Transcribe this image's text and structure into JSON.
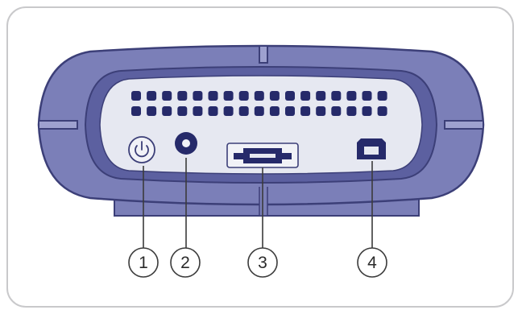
{
  "figure": {
    "description_colors": {
      "casing": "#7b7fb8",
      "casing_shadow": "#5c60a0",
      "outline": "#3c3f78",
      "panel": "#e6e8f1",
      "vents": "#262a6a",
      "callout_line": "#3b3b3b"
    },
    "ports": [
      {
        "name": "power-button",
        "icon": "power-icon"
      },
      {
        "name": "power-connector",
        "icon": "dc-jack-icon"
      },
      {
        "name": "esata-port",
        "icon": "esata-icon"
      },
      {
        "name": "usb-port",
        "icon": "usb-b-icon"
      }
    ],
    "callouts": [
      {
        "label": "1"
      },
      {
        "label": "2"
      },
      {
        "label": "3"
      },
      {
        "label": "4"
      }
    ]
  }
}
